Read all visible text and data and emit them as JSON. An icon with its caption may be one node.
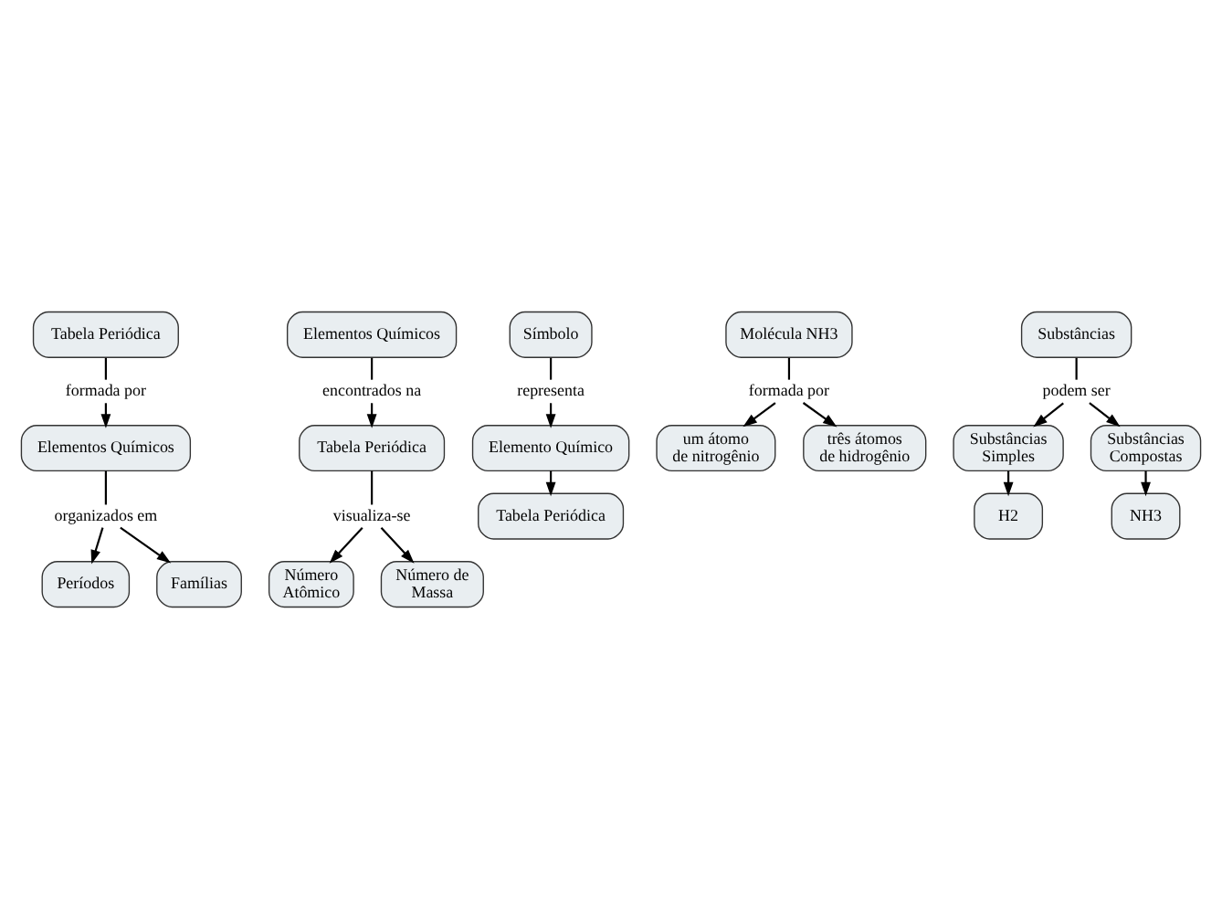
{
  "diagram": {
    "nodes": [
      {
        "text": [
          "Tabela Periódica"
        ]
      },
      {
        "text": [
          "formada por"
        ]
      },
      {
        "text": [
          "Elementos Químicos"
        ]
      },
      {
        "text": [
          "organizados em"
        ]
      },
      {
        "text": [
          "Períodos"
        ]
      },
      {
        "text": [
          "Famílias"
        ]
      },
      {
        "text": [
          "Elementos Químicos"
        ]
      },
      {
        "text": [
          "encontrados na"
        ]
      },
      {
        "text": [
          "Tabela Periódica"
        ]
      },
      {
        "text": [
          "visualiza-se"
        ]
      },
      {
        "text": [
          "Número Atômico"
        ]
      },
      {
        "text": [
          "Número de Massa"
        ]
      },
      {
        "text": [
          "Símbolo"
        ]
      },
      {
        "text": [
          "representa"
        ]
      },
      {
        "text": [
          "Elemento Químico"
        ]
      },
      {
        "text": [
          "Tabela Periódica"
        ]
      },
      {
        "text": [
          "Molécula NH3"
        ]
      },
      {
        "text": [
          "formada por"
        ]
      },
      {
        "text": [
          "um átomo de nitrogênio"
        ]
      },
      {
        "text": [
          "três átomos de hidrogênio"
        ]
      },
      {
        "text": [
          "Substâncias"
        ]
      },
      {
        "text": [
          "podem ser"
        ]
      },
      {
        "text": [
          "Substâncias Simples"
        ]
      },
      {
        "text": [
          "Substâncias Compostas"
        ]
      },
      {
        "text": [
          "H2"
        ]
      },
      {
        "text": [
          "NH3"
        ]
      }
    ],
    "edges": [
      {
        "from": 0,
        "to": 1,
        "arrow": "none"
      },
      {
        "from": 1,
        "to": 2,
        "arrow": "to"
      },
      {
        "from": 2,
        "to": 3,
        "arrow": "none"
      },
      {
        "from": 3,
        "to": 4,
        "arrow": "to"
      },
      {
        "from": 3,
        "to": 5,
        "arrow": "to"
      },
      {
        "from": 6,
        "to": 7,
        "arrow": "none"
      },
      {
        "from": 7,
        "to": 8,
        "arrow": "to"
      },
      {
        "from": 8,
        "to": 9,
        "arrow": "none"
      },
      {
        "from": 9,
        "to": 10,
        "arrow": "to"
      },
      {
        "from": 9,
        "to": 11,
        "arrow": "to"
      },
      {
        "from": 12,
        "to": 13,
        "arrow": "none"
      },
      {
        "from": 13,
        "to": 14,
        "arrow": "to"
      },
      {
        "from": 14,
        "to": 15,
        "arrow": "to"
      },
      {
        "from": 16,
        "to": 17,
        "arrow": "none"
      },
      {
        "from": 17,
        "to": 18,
        "arrow": "to"
      },
      {
        "from": 17,
        "to": 19,
        "arrow": "to"
      },
      {
        "from": 20,
        "to": 21,
        "arrow": "none"
      },
      {
        "from": 21,
        "to": 22,
        "arrow": "to"
      },
      {
        "from": 21,
        "to": 23,
        "arrow": "to"
      },
      {
        "from": 22,
        "to": 24,
        "arrow": "to"
      },
      {
        "from": 23,
        "to": 25,
        "arrow": "to"
      }
    ]
  }
}
